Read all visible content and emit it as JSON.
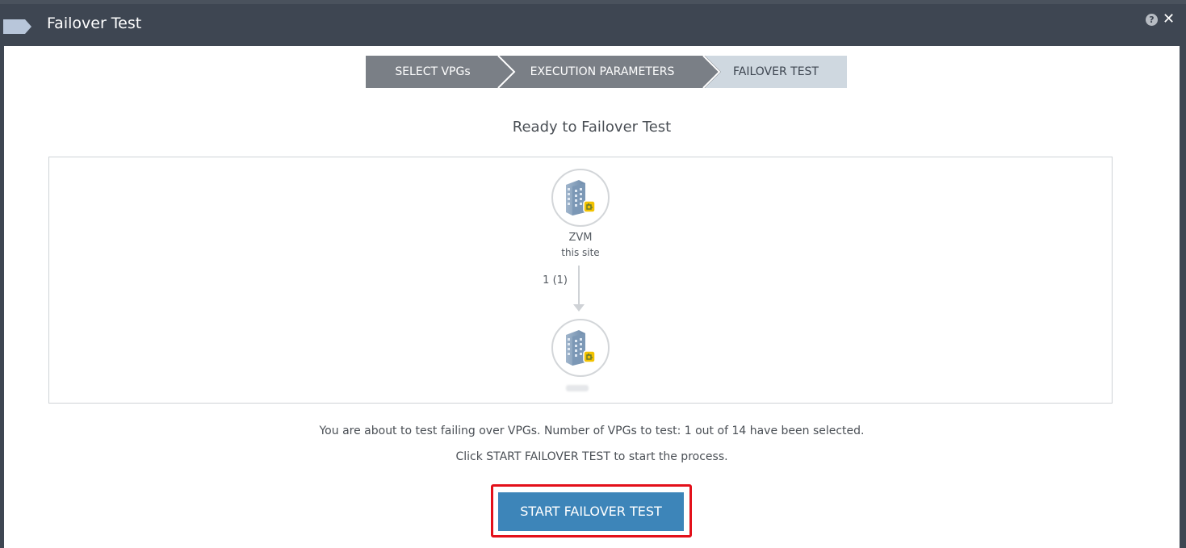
{
  "window": {
    "title": "Failover Test",
    "help_icon": "?",
    "close_icon": "✕"
  },
  "steps": [
    {
      "label": "SELECT VPGs",
      "state": "done"
    },
    {
      "label": "EXECUTION PARAMETERS",
      "state": "done"
    },
    {
      "label": "FAILOVER TEST",
      "state": "active"
    }
  ],
  "heading": "Ready to Failover Test",
  "diagram": {
    "source_site": {
      "name": "ZVM",
      "sub": "this site",
      "icon": "building-site-icon"
    },
    "vpg_count": "1 (1)",
    "target_site": {
      "icon": "building-site-icon"
    }
  },
  "info": {
    "line1": "You are about to test failing over VPGs. Number of VPGs to test: 1 out of 14 have been selected.",
    "line2": "Click START FAILOVER TEST to start the process."
  },
  "actions": {
    "start_label": "START FAILOVER TEST"
  },
  "colors": {
    "titlebar": "#3e4652",
    "step_done": "#7a7f86",
    "step_active": "#cfd8e0",
    "primary_button": "#3d85b9",
    "highlight": "#e3101a"
  }
}
